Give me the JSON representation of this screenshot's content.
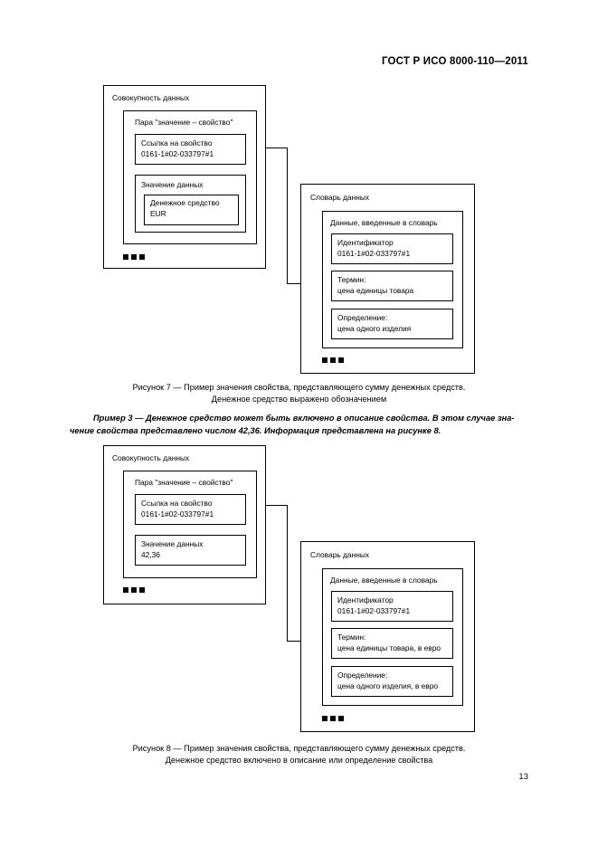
{
  "document": {
    "header": "ГОСТ Р ИСО 8000-110—2011",
    "page_number": "13"
  },
  "figure7": {
    "left": {
      "title": "Совокупность данных",
      "pair": {
        "title": "Пара \"значение – свойство\"",
        "property_ref": {
          "label": "Ссылка на свойство",
          "value": "0161-1#02-033797#1"
        },
        "data_value": {
          "label": "Значение данных",
          "currency": {
            "label": "Денежное средство",
            "value": "EUR"
          }
        }
      },
      "ellipsis": "■■■"
    },
    "right": {
      "title": "Словарь данных",
      "entry": {
        "title": "Данные, введенные в словарь",
        "identifier": {
          "label": "Идентификатор",
          "value": "0161-1#02-033797#1"
        },
        "term": {
          "label": "Термин:",
          "value": "цена единицы товара"
        },
        "definition": {
          "label": "Определение:",
          "value": "цена одного изделия"
        }
      },
      "ellipsis": "■■■"
    },
    "caption_line1": "Рисунок  7 — Пример значения свойства, представляющего сумму денежных средств.",
    "caption_line2": "Денежное средство выражено обозначением"
  },
  "example3": {
    "line1": "Пример 3 — Денежное средство может быть включено в описание свойства. В этом случае зна-",
    "line2": "чение свойства представлено числом 42,36. Информация представлена на рисунке 8."
  },
  "figure8": {
    "left": {
      "title": "Совокупность данных",
      "pair": {
        "title": "Пара \"значение – свойство\"",
        "property_ref": {
          "label": "Ссылка на свойство",
          "value": "0161-1#02-033797#1"
        },
        "data_value": {
          "label": "Значение данных",
          "value": "42,36"
        }
      },
      "ellipsis": "■■■"
    },
    "right": {
      "title": "Словарь данных",
      "entry": {
        "title": "Данные, введенные в словарь",
        "identifier": {
          "label": "Идентификатор",
          "value": "0161-1#02-033797#1"
        },
        "term": {
          "label": "Термин:",
          "value": "цена единицы товара, в евро"
        },
        "definition": {
          "label": "Определение:",
          "value": "цена одного изделия, в евро"
        }
      },
      "ellipsis": "■■■"
    },
    "caption_line1": "Рисунок  8 — Пример значения свойства, представляющего сумму денежных средств.",
    "caption_line2": "Денежное средство включено в описание или определение свойства"
  }
}
